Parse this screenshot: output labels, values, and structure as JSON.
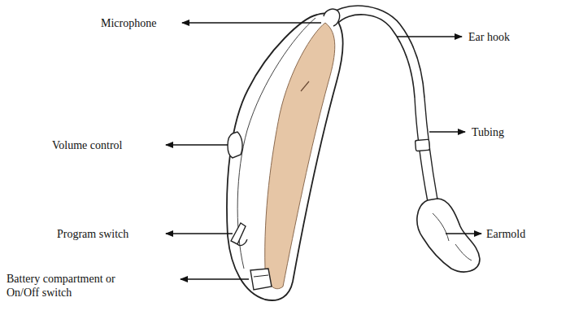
{
  "diagram": {
    "labels": [
      "Microphone",
      "Ear hook",
      "Tubing",
      "Volume control",
      "Program switch",
      "Earmold",
      "Battery compartment or On/Off switch"
    ]
  }
}
